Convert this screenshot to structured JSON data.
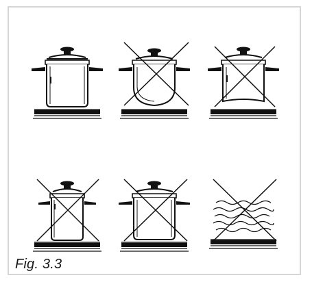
{
  "figure": {
    "caption": "Fig. 3.3"
  },
  "panels": [
    {
      "icon": "pot-correct",
      "crossed": false
    },
    {
      "icon": "pot-rounded-bottom",
      "crossed": true
    },
    {
      "icon": "pot-warped-bottom",
      "crossed": true
    },
    {
      "icon": "pot-too-small",
      "crossed": true
    },
    {
      "icon": "pot-off-center",
      "crossed": true
    },
    {
      "icon": "empty-hob-heat",
      "crossed": true
    }
  ],
  "colors": {
    "ink": "#111111",
    "frame": "#d6d6d6",
    "background": "#ffffff"
  }
}
